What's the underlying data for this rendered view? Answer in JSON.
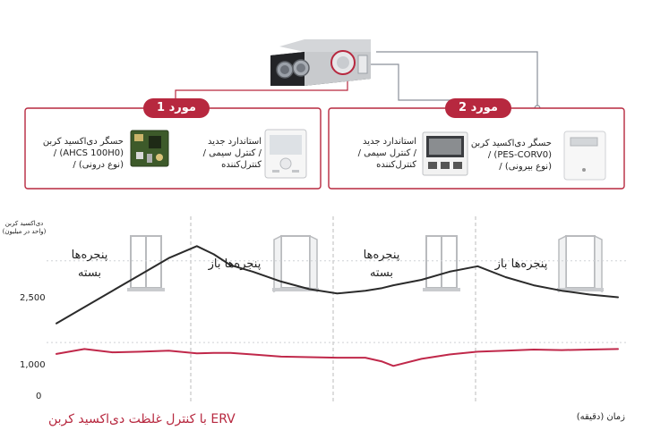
{
  "case1": {
    "badge": "مورد 1",
    "controller": [
      "استاندارد جدید",
      "/ کنترل سیمی /",
      "کنترل‌کننده"
    ],
    "sensor": [
      "حسگر دی‌اکسید کربن",
      "(AHCS 100H0) /",
      "(نوع درونی) /"
    ]
  },
  "case2": {
    "badge": "مورد 2",
    "controller": [
      "استاندارد جدید",
      "/ کنترل سیمی /",
      "کنترل‌کننده"
    ],
    "sensor": [
      "حسگر دی‌اکسید کربن",
      "(PES-CORV0) /",
      "(نوع بیرونی) /"
    ]
  },
  "states": [
    {
      "label": [
        "پنجره‌ها",
        "بسته"
      ]
    },
    {
      "label": [
        "پنجره‌ها باز"
      ]
    },
    {
      "label": [
        "پنجره‌ها",
        "بسته"
      ]
    },
    {
      "label": [
        "پنجره‌ها باز"
      ]
    }
  ],
  "colors": {
    "accent": "#b7283f",
    "co2_line": "#2b2b2b",
    "erv_line": "#c0284a",
    "divider": "#bbbbbb"
  },
  "chart": {
    "ylabel": [
      "دی‌اکسید کربن",
      "(واحد در میلیون)"
    ],
    "xlabel": "زمان (دقیقه)",
    "legend": "ERV با کنترل غلظت دی‌اکسید کربن",
    "yticks": [
      "2,500",
      "1,000",
      "0"
    ]
  },
  "chart_data": {
    "type": "line",
    "ylim": [
      0,
      3300
    ],
    "yticks": [
      0,
      1000,
      2500
    ],
    "x": [
      0,
      5,
      10,
      15,
      20,
      25,
      28,
      31,
      35,
      40,
      45,
      50,
      55,
      58,
      60,
      65,
      70,
      75,
      80,
      85,
      90,
      95,
      100
    ],
    "series": [
      {
        "values": [
          1350,
          1650,
          1950,
          2250,
          2550,
          2770,
          2620,
          2420,
          2300,
          2120,
          1980,
          1900,
          1950,
          2000,
          2050,
          2150,
          2300,
          2400,
          2200,
          2050,
          1950,
          1880,
          1830
        ]
      },
      {
        "values": [
          790,
          880,
          820,
          830,
          850,
          800,
          810,
          810,
          780,
          740,
          730,
          720,
          720,
          650,
          570,
          700,
          780,
          830,
          850,
          870,
          860,
          870,
          880
        ]
      }
    ]
  }
}
